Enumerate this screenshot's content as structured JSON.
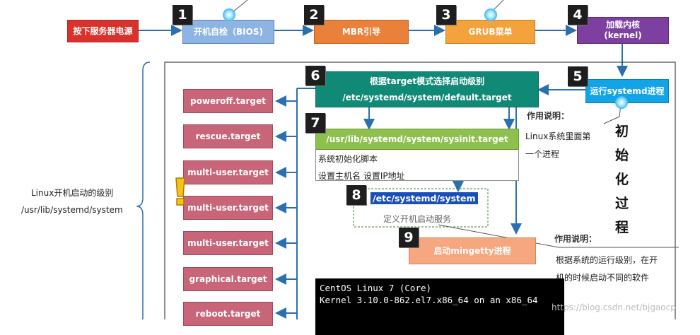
{
  "steps": {
    "power_on": "按下服务器电源",
    "bios": "开机自检（BIOS)",
    "mbr": "MBR引导",
    "grub": "GRUB菜单",
    "kernel_l1": "加载内核",
    "kernel_l2": "(kernel)",
    "target_select_l1": "根据target模式选择启动级别",
    "target_select_l2": "/etc/systemd/system/default.target",
    "run_systemd": "运行systemd进程",
    "sysinit": "/usr/lib/systemd/system/sysinit.target",
    "sysinit_desc1": "系统初始化脚本",
    "sysinit_desc2": "设置主机名 设置IP地址",
    "etc_systemd": "/etc/systemd/system",
    "etc_systemd_desc": "定义开机启动服务",
    "mingetty": "启动mingetty进程"
  },
  "badges": [
    "1",
    "2",
    "3",
    "4",
    "5",
    "6",
    "7",
    "8",
    "9"
  ],
  "targets": [
    "poweroff.target",
    "rescue.target",
    "multi-user.target",
    "multi-user.target",
    "multi-user.target",
    "graphical.target",
    "reboot.target"
  ],
  "left_label": {
    "line1": "Linux开机启动的级别",
    "line2": "/usr/lib/systemd/system"
  },
  "note1": {
    "title": "作用说明：",
    "line1": "Linux系统里面第",
    "line2": "一个进程"
  },
  "note2": {
    "title": "作用说明：",
    "line1": "根据系统的运行级别，在开",
    "line2": "机的时候启动不同的软件"
  },
  "side_title": [
    "初",
    "始",
    "化",
    "过",
    "程"
  ],
  "console": {
    "line1": "CentOS Linux 7 (Core)",
    "line2": "Kernel 3.10.0-862.el7.x86_64 on an x86_64"
  },
  "watermark": "https://blog.csdn.net/bjgaocp",
  "colors": {
    "red": "#d9312b",
    "blue": "#8db4e2",
    "orange": "#e9813a",
    "purple": "#7d3fa0",
    "teal": "#108a76",
    "green": "#8ec04e",
    "cyan": "#12a4e6",
    "pink": "#c86579",
    "arrow": "#2a6fb0"
  }
}
